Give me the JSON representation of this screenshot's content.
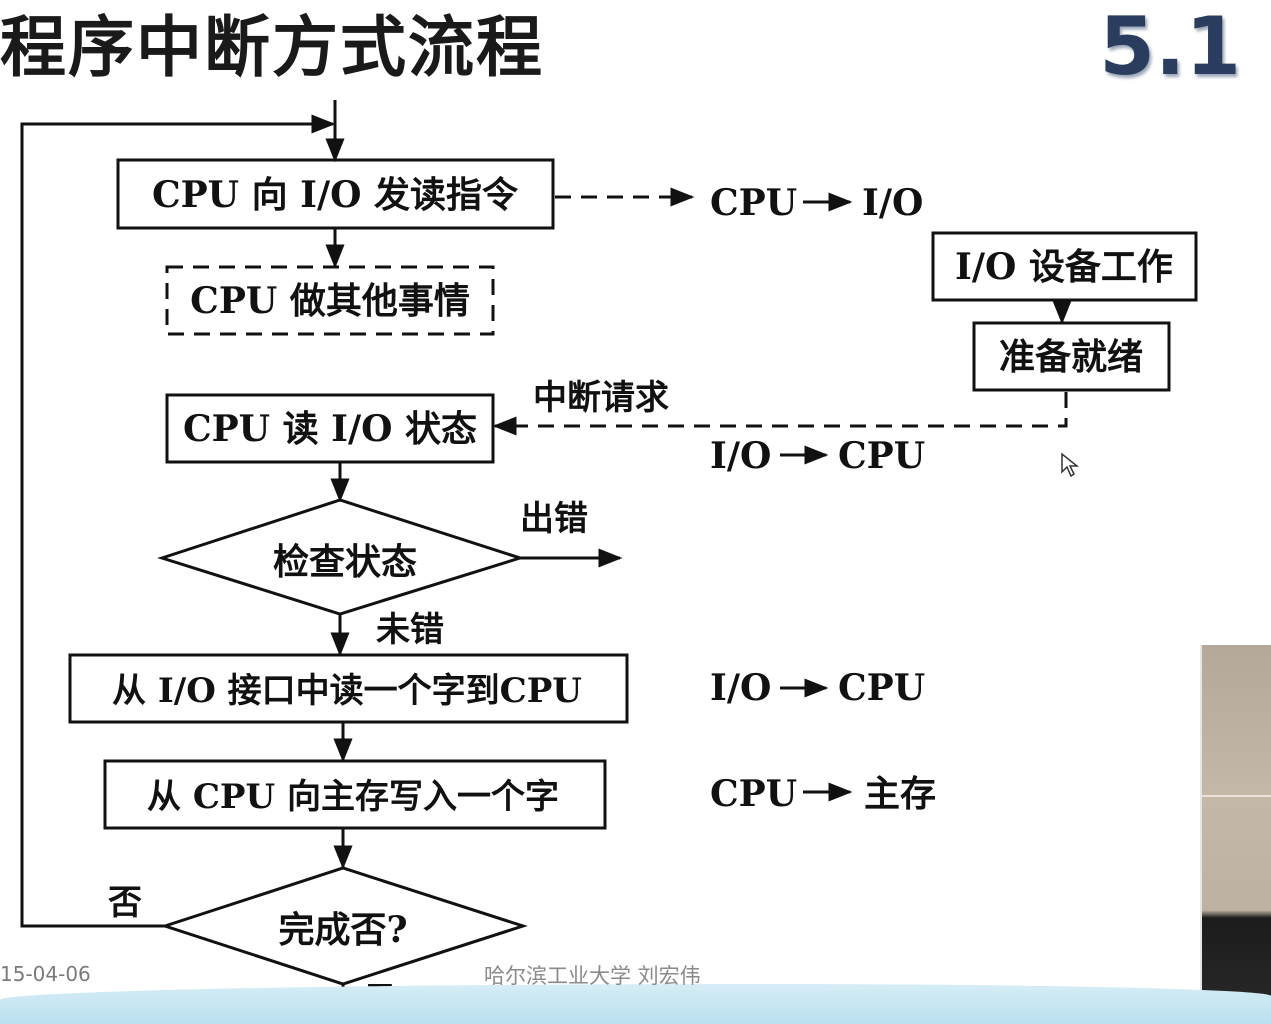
{
  "title": "程序中断方式流程",
  "section_number": "5.1",
  "nodes": {
    "send_cmd": "CPU 向 I/O 发读指令",
    "do_other": "CPU 做其他事情",
    "read_status": "CPU 读 I/O 状态",
    "check_status": "检查状态",
    "read_word": "从 I/O 接口中读一个字到CPU",
    "write_mem": "从 CPU 向主存写入一个字",
    "done_q": "完成否?",
    "io_work": "I/O 设备工作",
    "ready": "准备就绪"
  },
  "edge_labels": {
    "interrupt_request": "中断请求",
    "error": "出错",
    "no_error": "未错",
    "no": "否",
    "yes": "是"
  },
  "flow_notes": [
    {
      "from": "CPU",
      "to": "I/O"
    },
    {
      "from": "I/O",
      "to": "CPU"
    },
    {
      "from": "I/O",
      "to": "CPU"
    },
    {
      "from": "CPU",
      "to": "主存"
    }
  ],
  "footer": {
    "date": "15-04-06",
    "org": "哈尔滨工业大学  刘宏伟"
  },
  "colors": {
    "section_number": "#2b3d5e",
    "line": "#111111",
    "footer_wave": "#c6e6f2"
  }
}
